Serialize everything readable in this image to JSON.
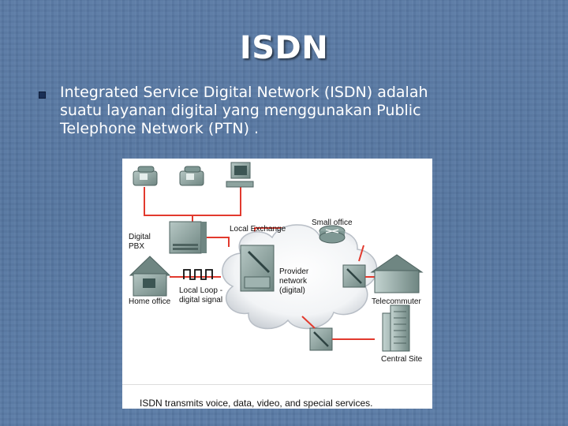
{
  "slide": {
    "title": "ISDN",
    "bullet": {
      "lines": [
        "Integrated Service Digital Network (ISDN) adalah",
        "suatu layanan digital yang menggunakan Public",
        "Telephone Network (PTN) ."
      ]
    }
  },
  "figure": {
    "labels": {
      "digital_pbx": [
        "Digital",
        "PBX"
      ],
      "local_exchange": "Local Exchange",
      "small_office": "Small office",
      "provider_network": [
        "Provider",
        "network",
        "(digital)"
      ],
      "home_office": "Home office",
      "local_loop": [
        "Local Loop -",
        "digital signal"
      ],
      "telecommuter": "Telecommuter",
      "central_site": "Central Site"
    },
    "caption": "ISDN transmits voice, data, video, and special services."
  },
  "colors": {
    "background": "#5777a1",
    "line_red": "#e23a2e",
    "cloud": "#ffffff",
    "device_gray": "#8fa6a2"
  }
}
